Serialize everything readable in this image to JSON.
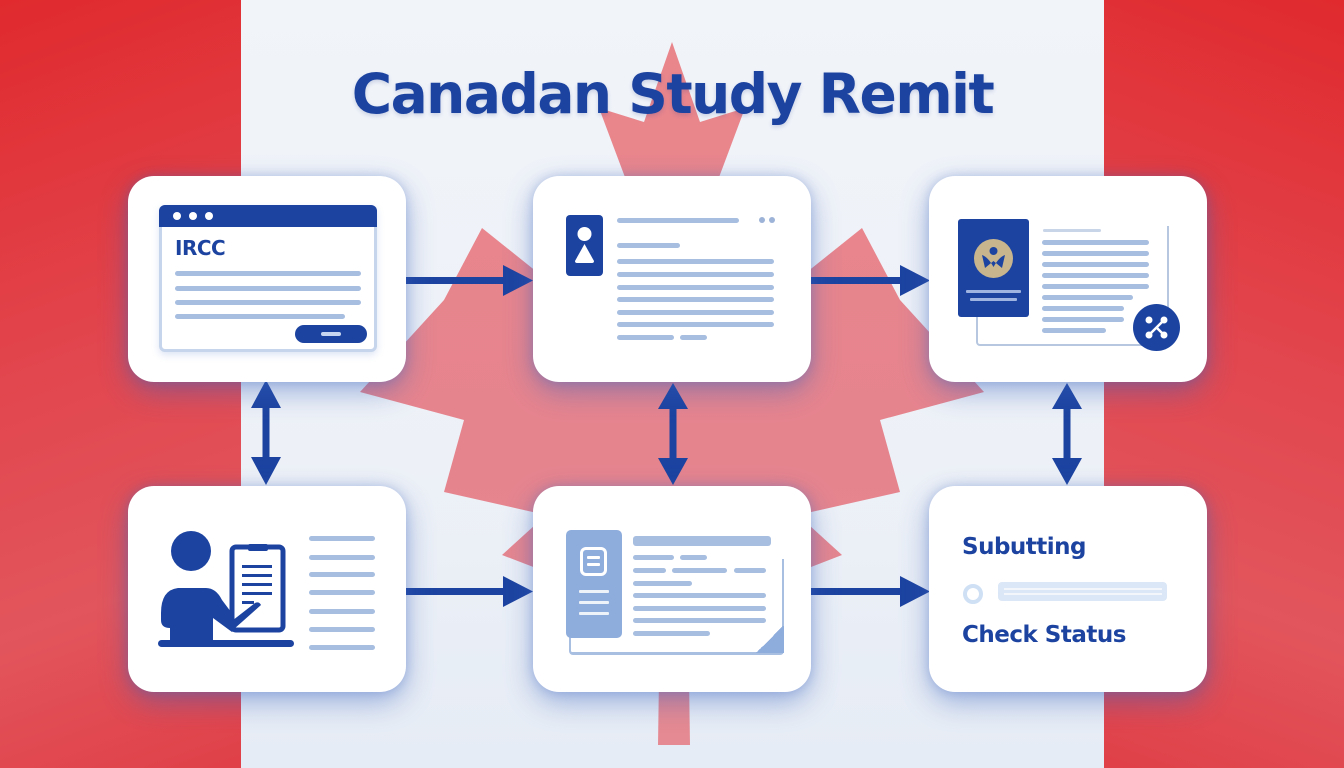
{
  "title": "Canadan Study Remit",
  "colors": {
    "primary_blue": "#1c43a0",
    "light_blue": "#a7bee0",
    "flag_red": "#e02a2e",
    "leaf_red": "#e8868e",
    "background": "#eef2f8",
    "card": "#ffffff"
  },
  "cards": [
    {
      "id": "portal",
      "icon": "browser-window-icon",
      "label": "IRCC"
    },
    {
      "id": "profile",
      "icon": "profile-document-icon"
    },
    {
      "id": "passport",
      "icon": "passport-icon",
      "action_icon": "share-icon"
    },
    {
      "id": "applicant",
      "icon": "person-with-clipboard-icon"
    },
    {
      "id": "form",
      "icon": "form-document-icon"
    },
    {
      "id": "status",
      "step1": "Subutting",
      "step2": "Check Status",
      "icon": "progress-icon"
    }
  ],
  "connectors": [
    {
      "from": "portal",
      "to": "profile",
      "type": "arrow-right"
    },
    {
      "from": "profile",
      "to": "passport",
      "type": "arrow-right"
    },
    {
      "from": "portal",
      "to": "applicant",
      "type": "arrow-double-vertical"
    },
    {
      "from": "profile",
      "to": "form",
      "type": "arrow-double-vertical"
    },
    {
      "from": "passport",
      "to": "status",
      "type": "arrow-double-vertical"
    },
    {
      "from": "applicant",
      "to": "form",
      "type": "arrow-right"
    },
    {
      "from": "form",
      "to": "status",
      "type": "arrow-right"
    }
  ]
}
